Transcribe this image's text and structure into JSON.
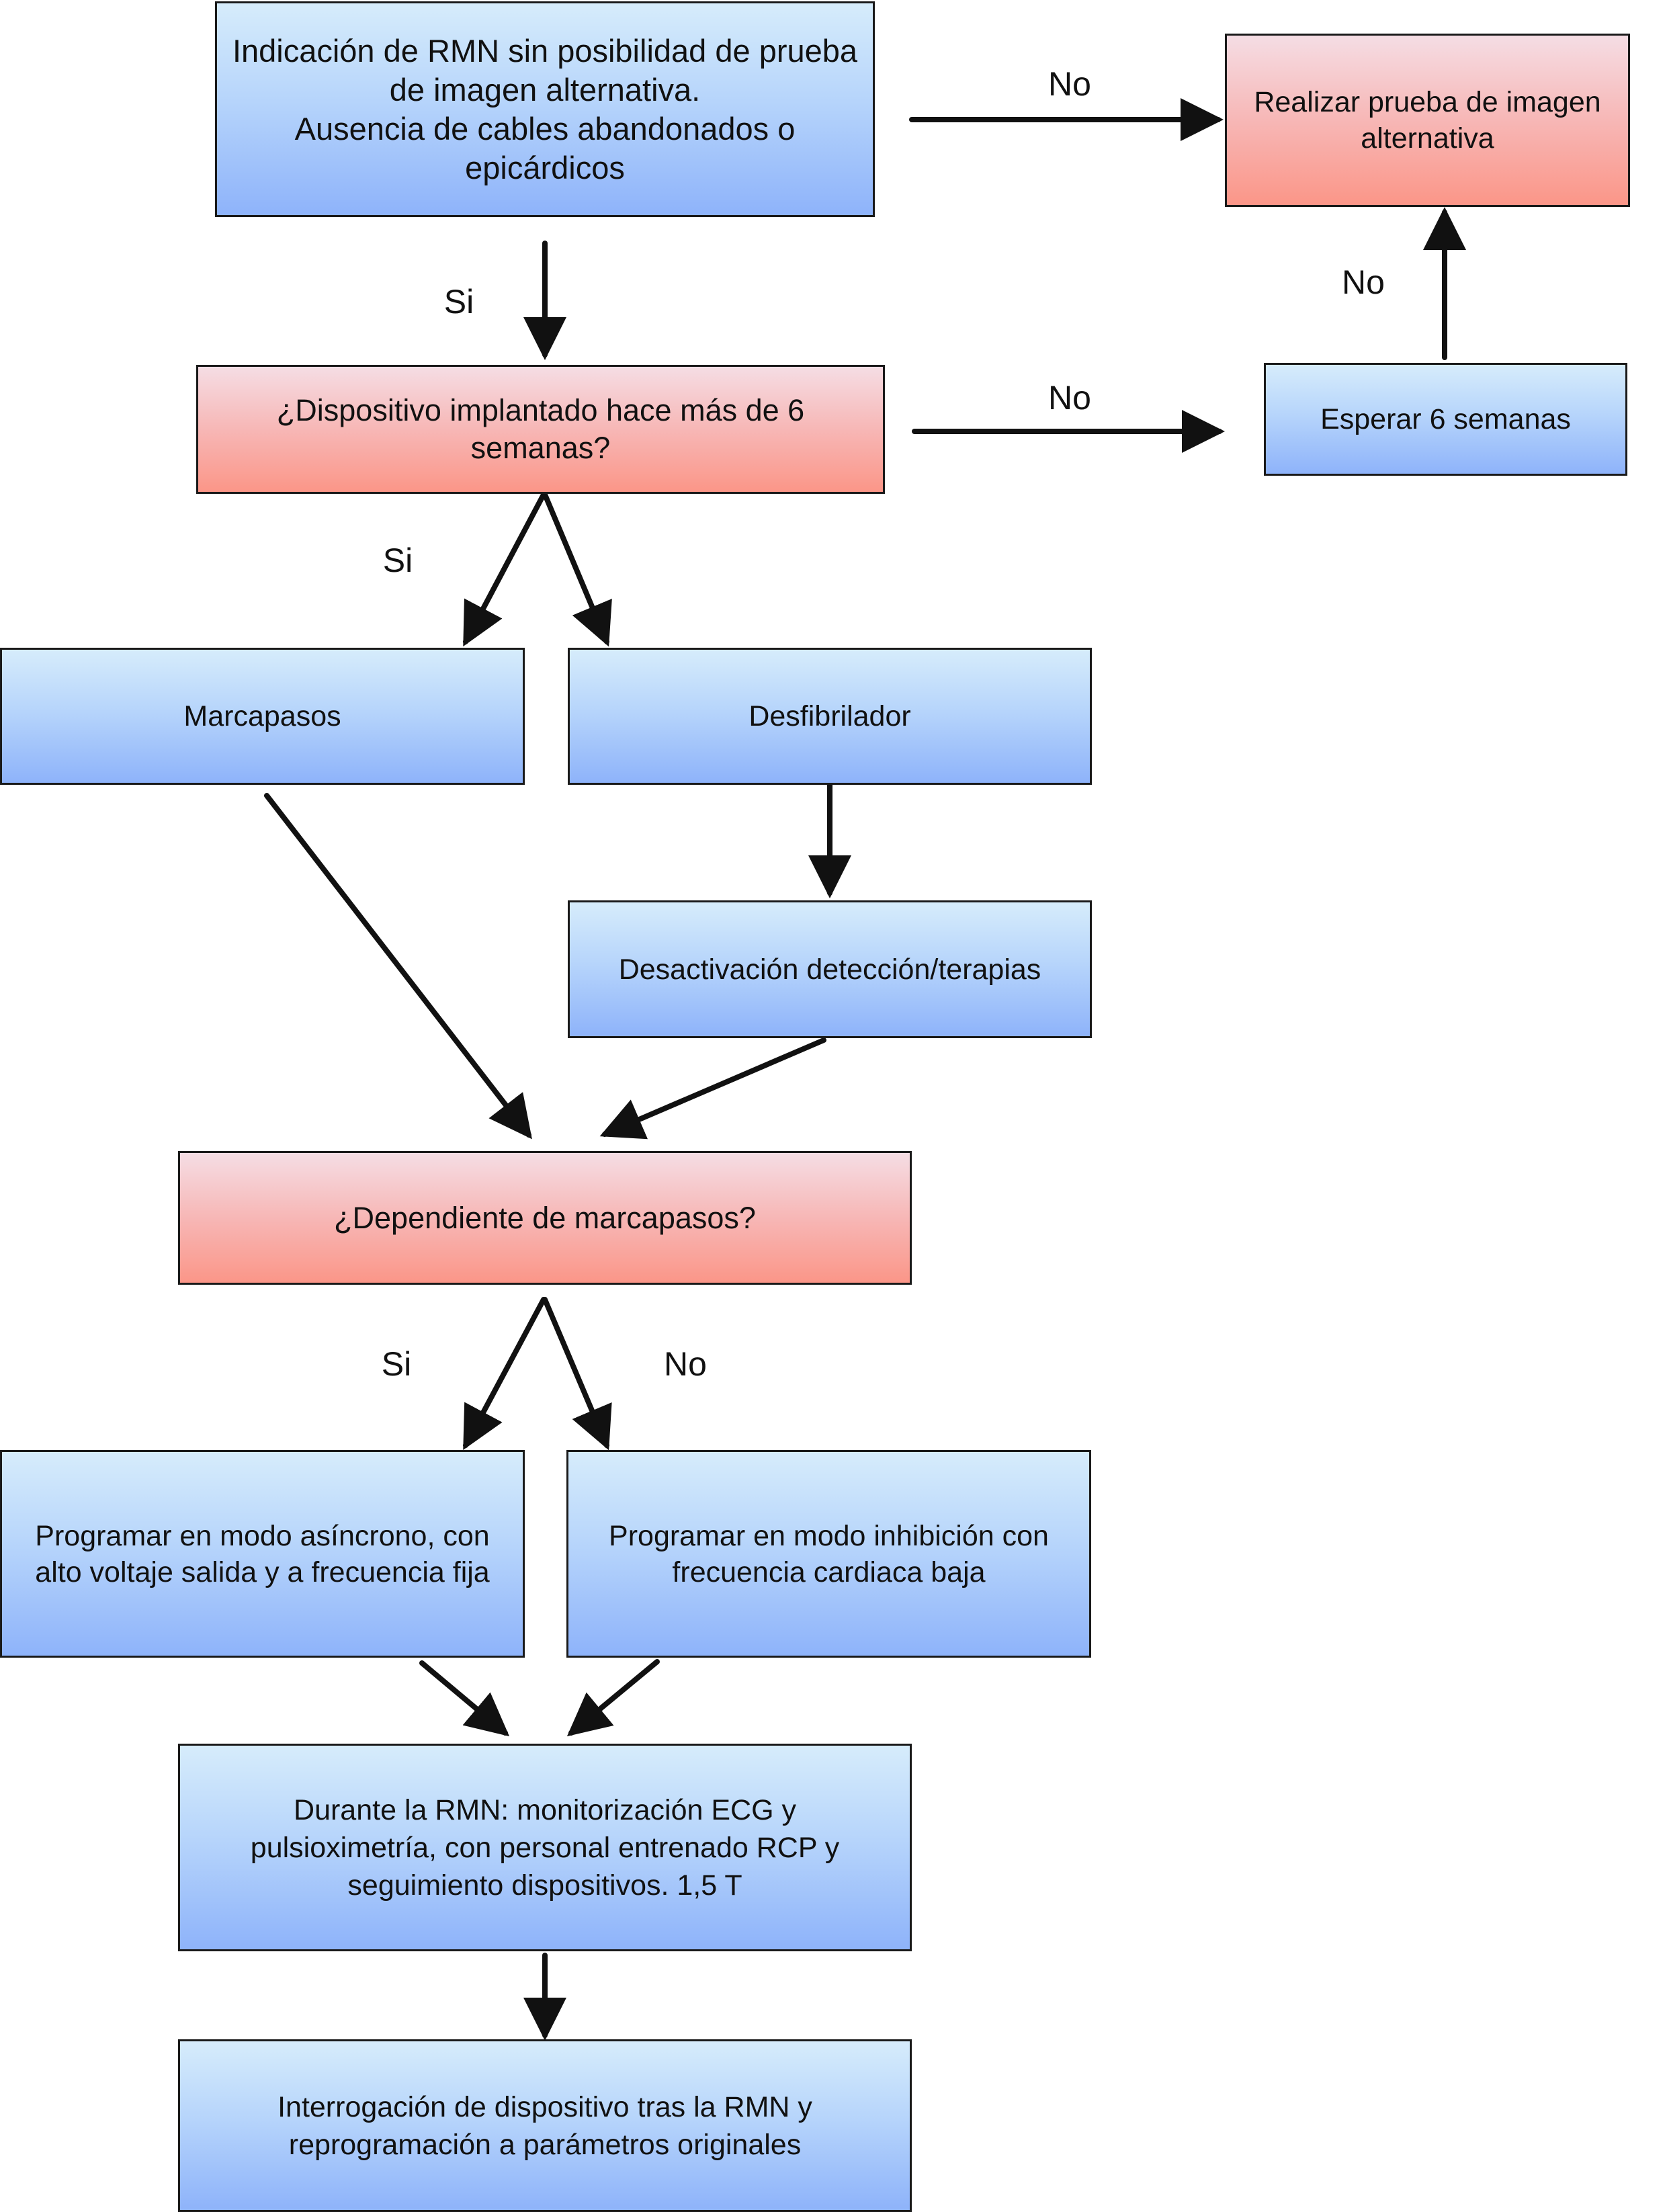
{
  "boxes": {
    "mri_indication": "Indicación de RMN sin posibilidad de prueba\nde imagen alternativa.\nAusencia de cables abandonados o\nepicárdicos",
    "alternative_imaging": "Realizar prueba de imagen\nalternativa",
    "implanted_over_6_weeks": "¿Dispositivo implantado hace más de 6\nsemanas?",
    "wait_6_weeks": "Esperar 6 semanas",
    "pacemaker": "Marcapasos",
    "defibrillator": "Desfibrilador",
    "deactivate_detection": "Desactivación detección/terapias",
    "pacemaker_dependent": "¿Dependiente de marcapasos?",
    "asynchronous_mode": "Programar en modo asíncrono, con\nalto voltaje salida y a frecuencia fija",
    "inhibition_mode": "Programar en modo inhibición con\nfrecuencia cardiaca baja",
    "during_mri": "Durante la RMN: monitorización ECG y\npulsioximetría, con personal entrenado RCP y\nseguimiento dispositivos. 1,5 T",
    "post_mri": "Interrogación de dispositivo tras la RMN y\nreprogramación a parámetros originales"
  },
  "edge_labels": {
    "no_top": "No",
    "si_1": "Si",
    "no_wait": "No",
    "no_middle": "No",
    "si_2": "Si",
    "si_3": "Si",
    "no_dependent": "No"
  }
}
